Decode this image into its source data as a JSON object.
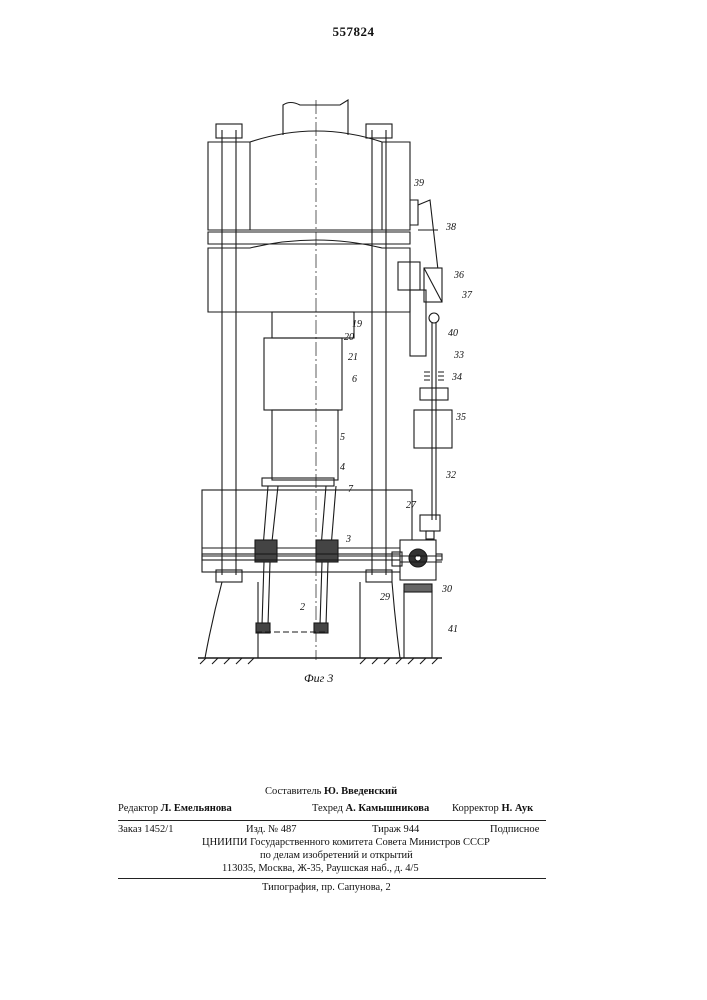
{
  "patent_number": "557824",
  "figure": {
    "caption": "Фиг 3",
    "labels": {
      "l2": "2",
      "l3": "3",
      "l4": "4",
      "l5": "5",
      "l6": "6",
      "l7": "7",
      "l19": "19",
      "l20": "20",
      "l21": "21",
      "l27": "27",
      "l29": "29",
      "l30": "30",
      "l32": "32",
      "l33": "33",
      "l34": "34",
      "l35": "35",
      "l36": "36",
      "l37": "37",
      "l38": "38",
      "l39": "39",
      "l40": "40",
      "l41": "41"
    }
  },
  "imprint": {
    "compiler_label": "Составитель",
    "compiler_name": "Ю. Введенский",
    "editor_label": "Редактор",
    "editor_name": "Л. Емельянова",
    "techred_label": "Техред",
    "techred_name": "А. Камышникова",
    "corrector_label": "Корректор",
    "corrector_name": "Н. Аук",
    "order": "Заказ 1452/1",
    "edition": "Изд. № 487",
    "circulation": "Тираж 944",
    "subscription": "Подписное",
    "institute": "ЦНИИПИ Государственного комитета Совета Министров СССР",
    "institute_sub": "по делам изобретений и открытий",
    "address": "113035, Москва, Ж-35, Раушская наб., д. 4/5",
    "printer": "Типография, пр. Сапунова, 2"
  }
}
